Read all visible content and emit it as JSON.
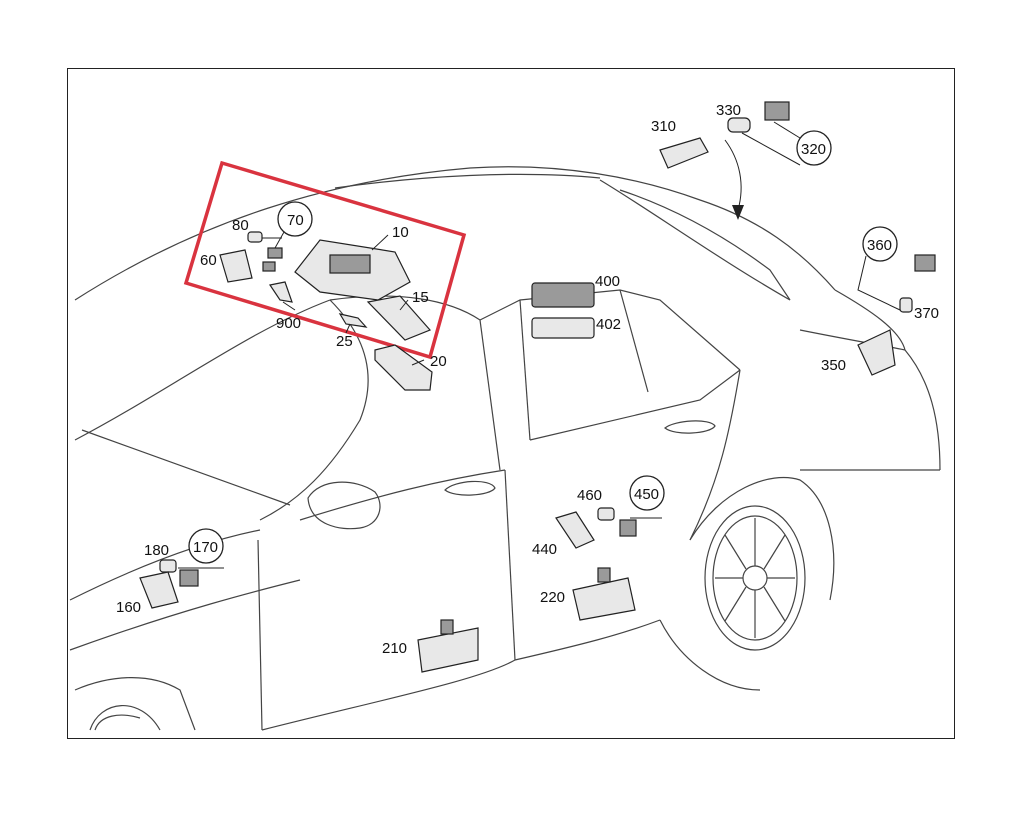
{
  "diagram": {
    "callouts": {
      "c10": "10",
      "c15": "15",
      "c20": "20",
      "c25": "25",
      "c60": "60",
      "c70": "70",
      "c80": "80",
      "c900": "900",
      "c160": "160",
      "c170": "170",
      "c180": "180",
      "c210": "210",
      "c220": "220",
      "c310": "310",
      "c320": "320",
      "c330": "330",
      "c350": "350",
      "c360": "360",
      "c370": "370",
      "c400": "400",
      "c402": "402",
      "c440": "440",
      "c450": "450",
      "c460": "460"
    },
    "colors": {
      "highlight_box": "#d9333f",
      "line": "#444444",
      "frame": "#222222"
    }
  }
}
